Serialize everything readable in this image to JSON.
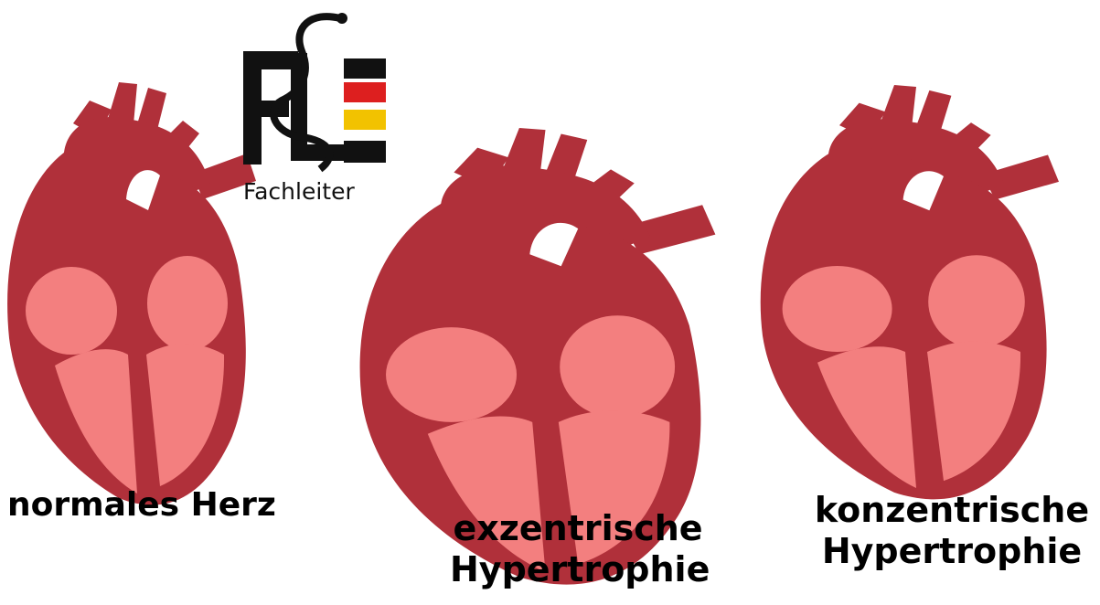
{
  "logo": {
    "letters": "FLE",
    "wordmark": "Fachleiter",
    "colors": [
      "#111111",
      "#dd1f1f",
      "#f2c200"
    ]
  },
  "hearts": [
    {
      "id": "normal",
      "caption_lines": [
        "normales Herz"
      ]
    },
    {
      "id": "exzentrisch",
      "caption_lines": [
        "exzentrische",
        "Hypertrophie"
      ]
    },
    {
      "id": "konzentrisch",
      "caption_lines": [
        "konzentrische",
        "Hypertrophie"
      ]
    }
  ],
  "colors": {
    "heart_outer": "#b0303a",
    "heart_inner": "#f37f7f"
  }
}
